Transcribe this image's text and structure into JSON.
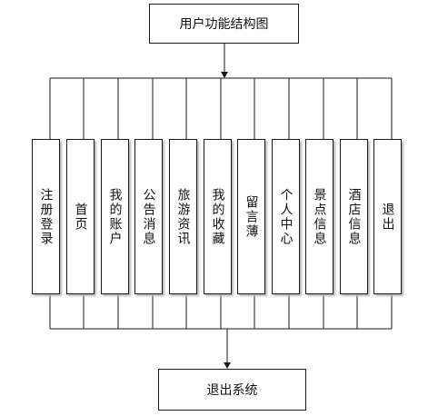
{
  "root": {
    "label": "用户功能结构图"
  },
  "modules": [
    {
      "label": "注册登录"
    },
    {
      "label": "首页"
    },
    {
      "label": "我的账户"
    },
    {
      "label": "公告消息"
    },
    {
      "label": "旅游资讯"
    },
    {
      "label": "我的收藏"
    },
    {
      "label": "留言薄"
    },
    {
      "label": "个人中心"
    },
    {
      "label": "景点信息"
    },
    {
      "label": "酒店信息"
    },
    {
      "label": "退出"
    }
  ],
  "end": {
    "label": "退出系统"
  },
  "colors": {
    "stroke": "#1a1a1a",
    "shadow": "#b5b5b5",
    "background": "#ffffff"
  }
}
